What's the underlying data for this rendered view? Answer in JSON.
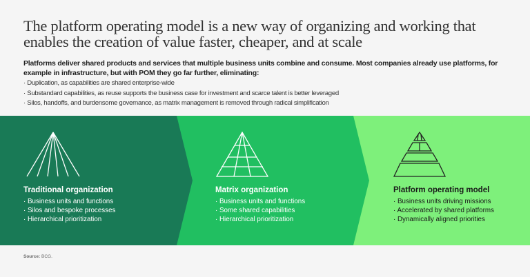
{
  "title": "The platform operating model is a new way of organizing and working that enables the creation of value faster, cheaper, and at scale",
  "intro": "Platforms deliver shared products and services that multiple business units combine and consume. Most companies already use platforms, for example in infrastructure, but with POM they go far further, eliminating:",
  "eliminating": [
    "· Duplication, as capabilities are shared enterprise-wide",
    "· Substandard capabilities, as reuse supports the business case for investment and scarce talent is better leveraged",
    "· Silos, handoffs, and burdensome governance, as matrix management is removed through radical simplification"
  ],
  "models": [
    {
      "heading": "Traditional organization",
      "icon": "fan-pyramid-icon",
      "items": [
        "· Business units and functions",
        "· Silos and bespoke processes",
        "· Hierarchical prioritization"
      ]
    },
    {
      "heading": "Matrix organization",
      "icon": "grid-pyramid-icon",
      "items": [
        "· Business units and functions",
        "· Some shared capabilities",
        "· Hierarchical prioritization"
      ]
    },
    {
      "heading": "Platform operating model",
      "icon": "layered-pyramid-icon",
      "items": [
        "· Business units driving missions",
        "· Accelerated by shared platforms",
        "· Dynamically aligned priorities"
      ]
    }
  ],
  "source_label": "Source:",
  "source": "BCG.",
  "colors": {
    "dark": "#197a56",
    "mid": "#21bf61",
    "light": "#7ef07b",
    "bg": "#f5f5f5"
  }
}
